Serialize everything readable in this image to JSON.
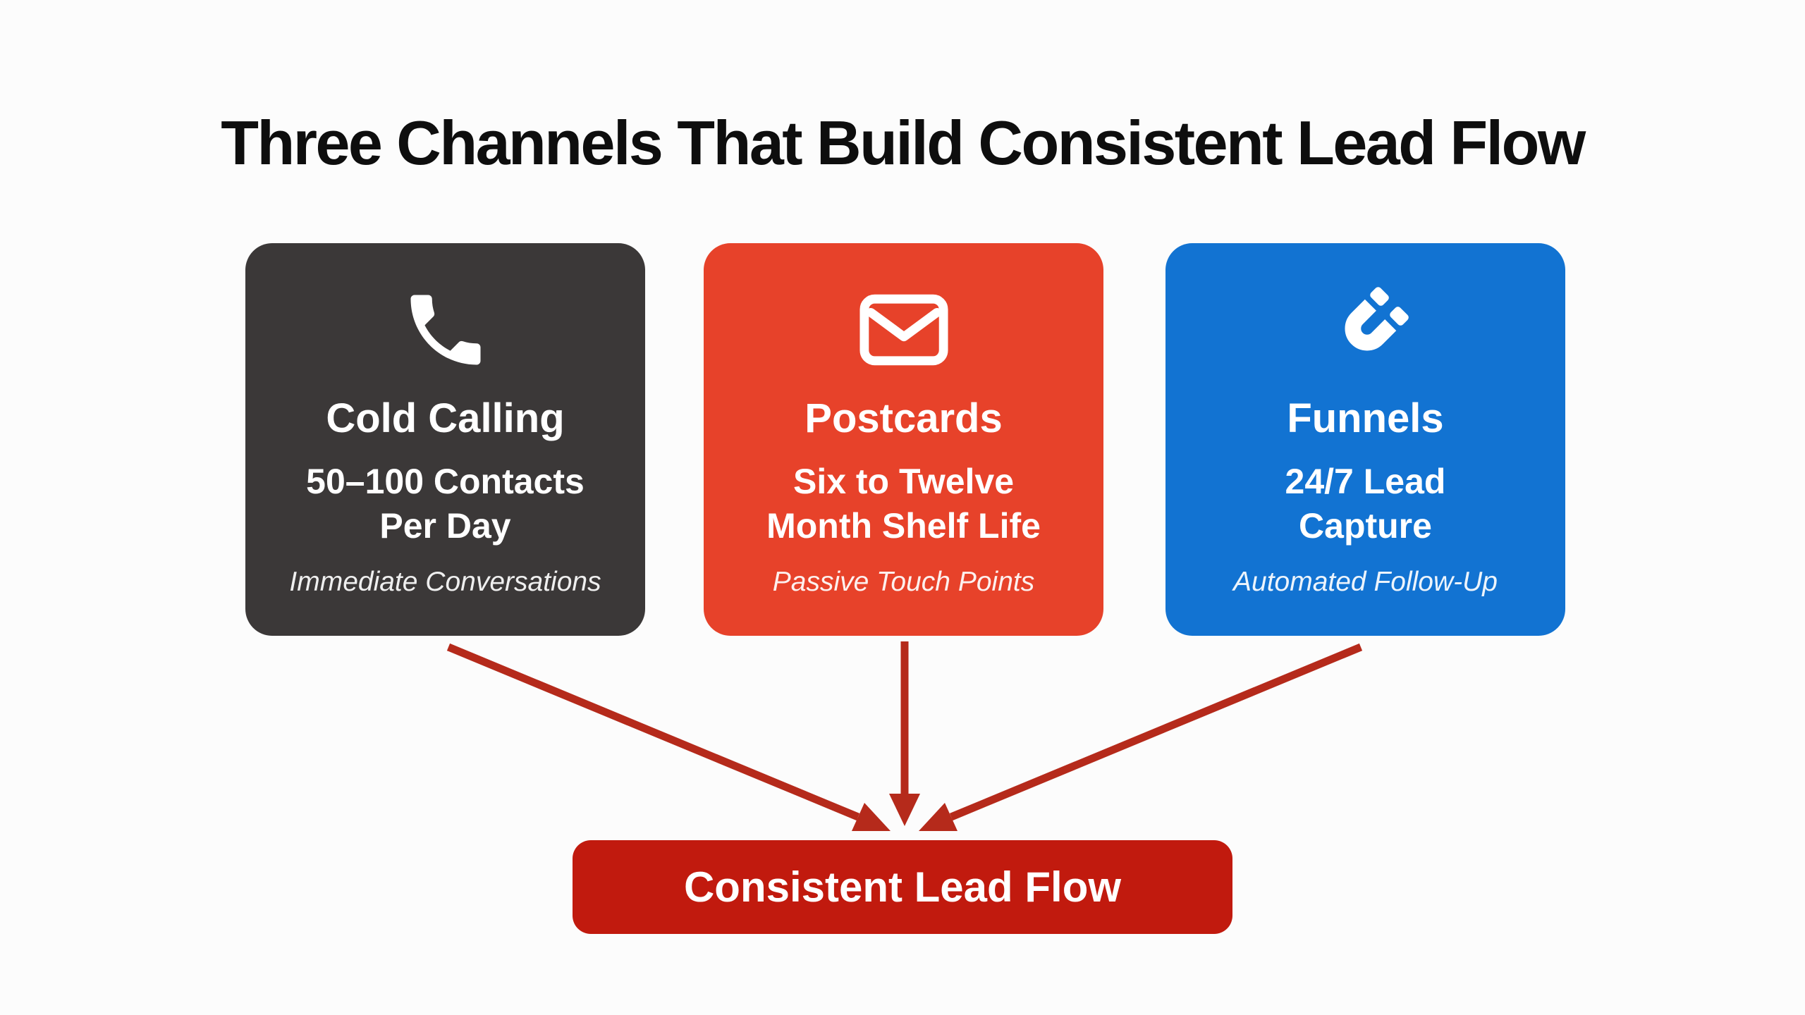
{
  "title": "Three Channels That Build Consistent Lead Flow",
  "cards": [
    {
      "heading": "Cold Calling",
      "detail": "50–100 Contacts\nPer Day",
      "caption": "Immediate Conversations",
      "icon": "phone-icon",
      "bg_color": "#3b3838"
    },
    {
      "heading": "Postcards",
      "detail": "Six to Twelve\nMonth Shelf Life",
      "caption": "Passive Touch Points",
      "icon": "envelope-icon",
      "bg_color": "#e7422a"
    },
    {
      "heading": "Funnels",
      "detail": "24/7 Lead\nCapture",
      "caption": "Automated Follow-Up",
      "icon": "magnet-icon",
      "bg_color": "#1273d2"
    }
  ],
  "result_box": {
    "label": "Consistent Lead Flow",
    "bg_color": "#c11a0e",
    "text_color": "#ffffff"
  },
  "arrows": {
    "color": "#b52a1b"
  },
  "colors": {
    "background": "#fcfcfc",
    "title_text": "#0e0e0e",
    "card_text": "#ffffff"
  }
}
